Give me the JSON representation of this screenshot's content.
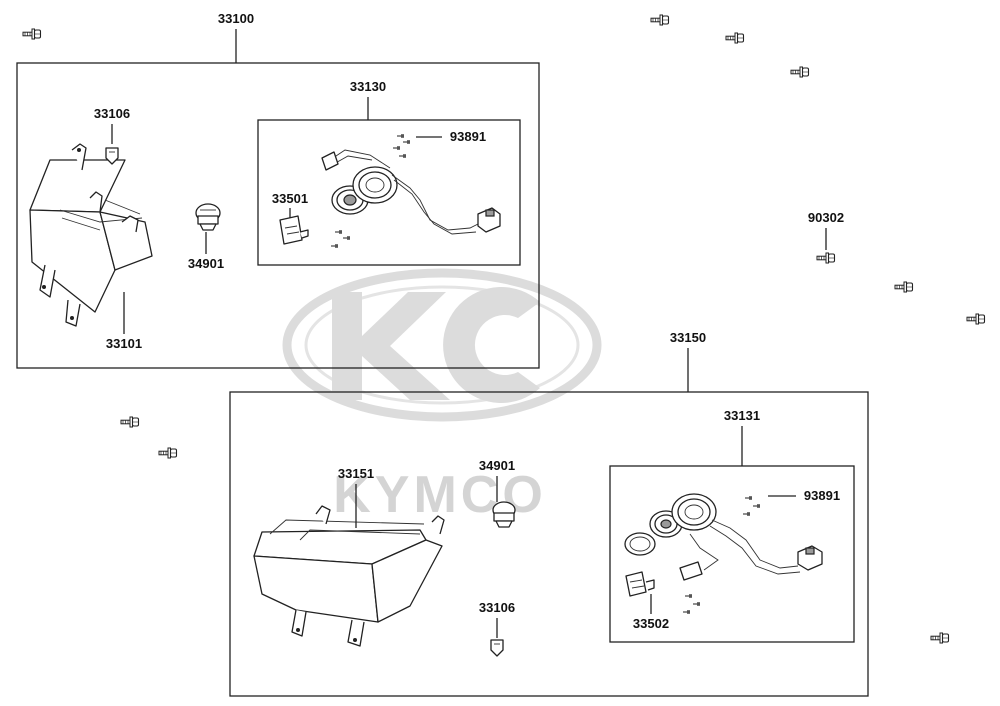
{
  "watermark": {
    "brand": "KYMCO",
    "logo": "KC"
  },
  "colors": {
    "line": "#222222",
    "watermark": "#d4d4d4",
    "background": "#ffffff"
  },
  "labels": {
    "asm_33100": "33100",
    "p_33106_a": "33106",
    "p_33101": "33101",
    "p_34901_a": "34901",
    "sub_33130": "33130",
    "p_93891_a": "93891",
    "p_33501": "33501",
    "p_90302": "90302",
    "asm_33150": "33150",
    "p_33151": "33151",
    "p_34901_b": "34901",
    "p_33106_b": "33106",
    "sub_33131": "33131",
    "p_93891_b": "93891",
    "p_33502": "33502"
  }
}
